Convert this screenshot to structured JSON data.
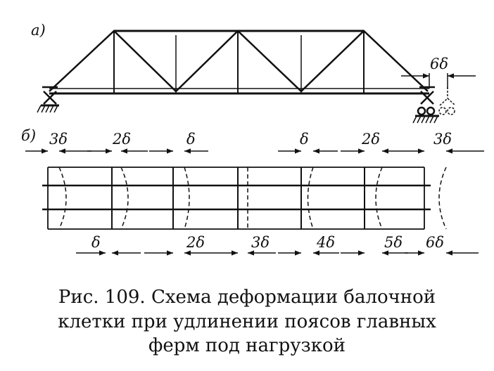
{
  "figure": {
    "part_a": "а)",
    "part_b": "б)",
    "a_support_label": "6δ",
    "b_top_labels": [
      "3δ",
      "2δ",
      "δ",
      "δ",
      "2δ",
      "3δ"
    ],
    "b_bottom_labels": [
      "δ",
      "2δ",
      "3δ",
      "4δ",
      "5δ",
      "6δ"
    ]
  },
  "caption": {
    "line1": "Рис. 109. Схема  деформации  балочной",
    "line2": "клетки при удлинении  поясов  главных",
    "line3": "ферм под нагрузкой"
  }
}
